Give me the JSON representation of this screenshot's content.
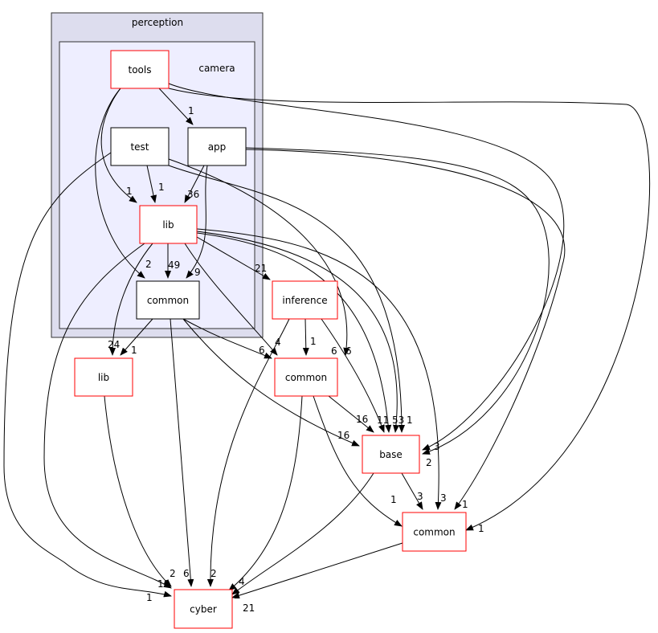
{
  "clusters": [
    {
      "id": "perception",
      "label": "perception",
      "fill": "#ddddee"
    },
    {
      "id": "camera",
      "label": "camera",
      "fill": "#eeeeff"
    }
  ],
  "nodes": [
    {
      "id": "tools",
      "label": "tools",
      "border": "#ff0000"
    },
    {
      "id": "test",
      "label": "test",
      "border": "#000000"
    },
    {
      "id": "app",
      "label": "app",
      "border": "#000000"
    },
    {
      "id": "lib_in",
      "label": "lib",
      "border": "#ff0000"
    },
    {
      "id": "common_in",
      "label": "common",
      "border": "#000000"
    },
    {
      "id": "inference",
      "label": "inference",
      "border": "#ff0000"
    },
    {
      "id": "lib_out",
      "label": "lib",
      "border": "#ff0000"
    },
    {
      "id": "common_mid",
      "label": "common",
      "border": "#ff0000"
    },
    {
      "id": "base",
      "label": "base",
      "border": "#ff0000"
    },
    {
      "id": "common_bot",
      "label": "common",
      "border": "#ff0000"
    },
    {
      "id": "cyber",
      "label": "cyber",
      "border": "#ff0000"
    }
  ],
  "edges": [
    {
      "from": "tools",
      "to": "app",
      "label": "1"
    },
    {
      "from": "tools",
      "to": "lib_in",
      "label": "1"
    },
    {
      "from": "tools",
      "to": "common_in",
      "label": "2"
    },
    {
      "from": "tools",
      "to": "base",
      "label": "2"
    },
    {
      "from": "tools",
      "to": "common_bot",
      "label": "1"
    },
    {
      "from": "test",
      "to": "lib_in",
      "label": "1"
    },
    {
      "from": "test",
      "to": "common_mid",
      "label": "6"
    },
    {
      "from": "test",
      "to": "base",
      "label": "1"
    },
    {
      "from": "test",
      "to": "cyber",
      "label": "1"
    },
    {
      "from": "app",
      "to": "lib_in",
      "label": "36"
    },
    {
      "from": "app",
      "to": "common_in",
      "label": "9"
    },
    {
      "from": "app",
      "to": "base",
      "label": "3"
    },
    {
      "from": "app",
      "to": "common_bot",
      "label": "1"
    },
    {
      "from": "lib_in",
      "to": "common_in",
      "label": "49"
    },
    {
      "from": "lib_in",
      "to": "inference",
      "label": "21"
    },
    {
      "from": "lib_in",
      "to": "lib_out",
      "label": "24"
    },
    {
      "from": "lib_in",
      "to": "common_mid",
      "label": "4"
    },
    {
      "from": "lib_in",
      "to": "base",
      "label": "11"
    },
    {
      "from": "lib_in",
      "to": "base",
      "label": "53"
    },
    {
      "from": "lib_in",
      "to": "common_bot",
      "label": "3"
    },
    {
      "from": "lib_in",
      "to": "cyber",
      "label": "10"
    },
    {
      "from": "common_in",
      "to": "lib_out",
      "label": "1"
    },
    {
      "from": "common_in",
      "to": "common_mid",
      "label": "6"
    },
    {
      "from": "common_in",
      "to": "base",
      "label": "16"
    },
    {
      "from": "common_in",
      "to": "cyber",
      "label": "6"
    },
    {
      "from": "inference",
      "to": "common_mid",
      "label": "1"
    },
    {
      "from": "inference",
      "to": "base",
      "label": "6"
    },
    {
      "from": "inference",
      "to": "cyber",
      "label": "2"
    },
    {
      "from": "lib_out",
      "to": "cyber",
      "label": "2"
    },
    {
      "from": "common_mid",
      "to": "base",
      "label": "16"
    },
    {
      "from": "common_mid",
      "to": "common_bot",
      "label": "1"
    },
    {
      "from": "common_mid",
      "to": "cyber",
      "label": "4"
    },
    {
      "from": "base",
      "to": "common_bot",
      "label": "3"
    },
    {
      "from": "base",
      "to": "cyber",
      "label": "2"
    },
    {
      "from": "common_bot",
      "to": "cyber",
      "label": "21"
    }
  ]
}
